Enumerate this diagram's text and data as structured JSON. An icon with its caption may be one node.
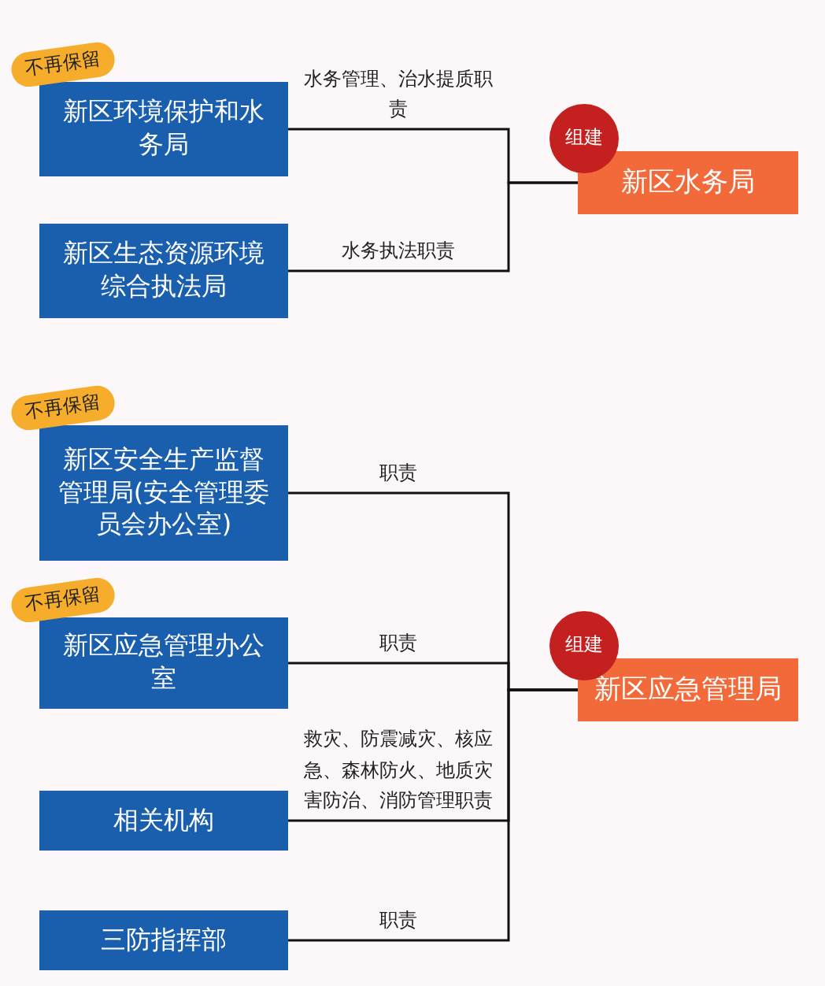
{
  "diagram": {
    "nodes": [
      {
        "text": [
          "新区环境保护和水务局"
        ],
        "beside": [
          "不再保留"
        ]
      },
      {
        "text": [
          "新区生态资源环境综合执法局"
        ]
      },
      {
        "text": [
          "新区水务局"
        ],
        "beside": [
          "组建"
        ]
      },
      {
        "text": [
          "新区安全生产监督管理局(安全管理委员会办公室)"
        ],
        "beside": [
          "不再保留"
        ]
      },
      {
        "text": [
          "新区应急管理办公室"
        ],
        "beside": [
          "不再保留"
        ]
      },
      {
        "text": [
          "相关机构"
        ]
      },
      {
        "text": [
          "三防指挥部"
        ]
      },
      {
        "text": [
          "新区应急管理局"
        ],
        "beside": [
          "组建"
        ]
      }
    ],
    "edges": [
      {
        "from": 0,
        "to": 2,
        "arrow": "none",
        "label": "水务管理、治水提质职责"
      },
      {
        "from": 1,
        "to": 2,
        "arrow": "none",
        "label": "水务执法职责"
      },
      {
        "from": 3,
        "to": 7,
        "arrow": "none",
        "label": "职责"
      },
      {
        "from": 4,
        "to": 7,
        "arrow": "none",
        "label": "职责"
      },
      {
        "from": 5,
        "to": 7,
        "arrow": "none",
        "label": "救灾、防震减灾、核应急、森林防火、地质灾害防治、消防管理职责"
      },
      {
        "from": 6,
        "to": 7,
        "arrow": "none",
        "label": "职责"
      }
    ]
  }
}
